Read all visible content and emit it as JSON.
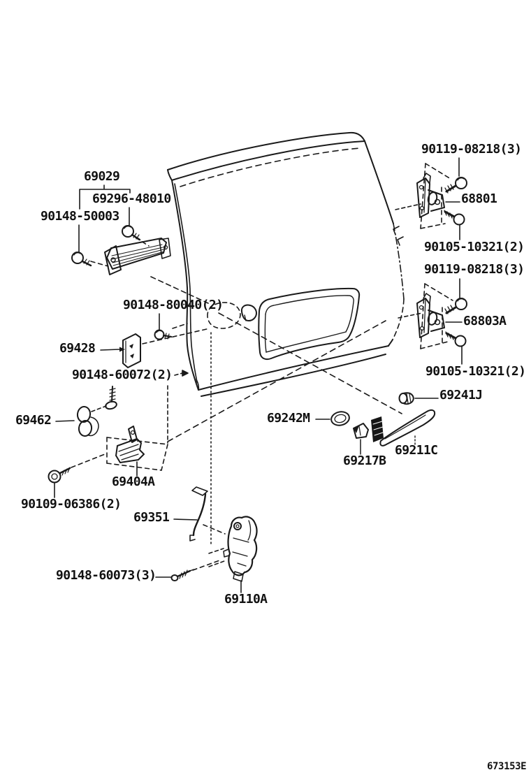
{
  "page": {
    "background_color": "#ffffff",
    "ink_color": "#1a1a1a"
  },
  "diagram": {
    "kind": "parts-catalog exploded view, back door lock and handle",
    "code": "673153E",
    "labels": [
      {
        "text": "90119-08218(3)"
      },
      {
        "text": "68801"
      },
      {
        "text": "90105-10321(2)"
      },
      {
        "text": "90119-08218(3)"
      },
      {
        "text": "68803A"
      },
      {
        "text": "90105-10321(2)"
      },
      {
        "text": "69029"
      },
      {
        "text": "69296-48010"
      },
      {
        "text": "90148-50003"
      },
      {
        "text": "90148-80040(2)"
      },
      {
        "text": "69428"
      },
      {
        "text": "90148-60072(2)"
      },
      {
        "text": "69462"
      },
      {
        "text": "69241J"
      },
      {
        "text": "69242M"
      },
      {
        "text": "69211C"
      },
      {
        "text": "69217B"
      },
      {
        "text": "69404A"
      },
      {
        "text": "90109-06386(2)"
      },
      {
        "text": "69351"
      },
      {
        "text": "90148-60073(3)"
      },
      {
        "text": "69110A"
      }
    ]
  }
}
